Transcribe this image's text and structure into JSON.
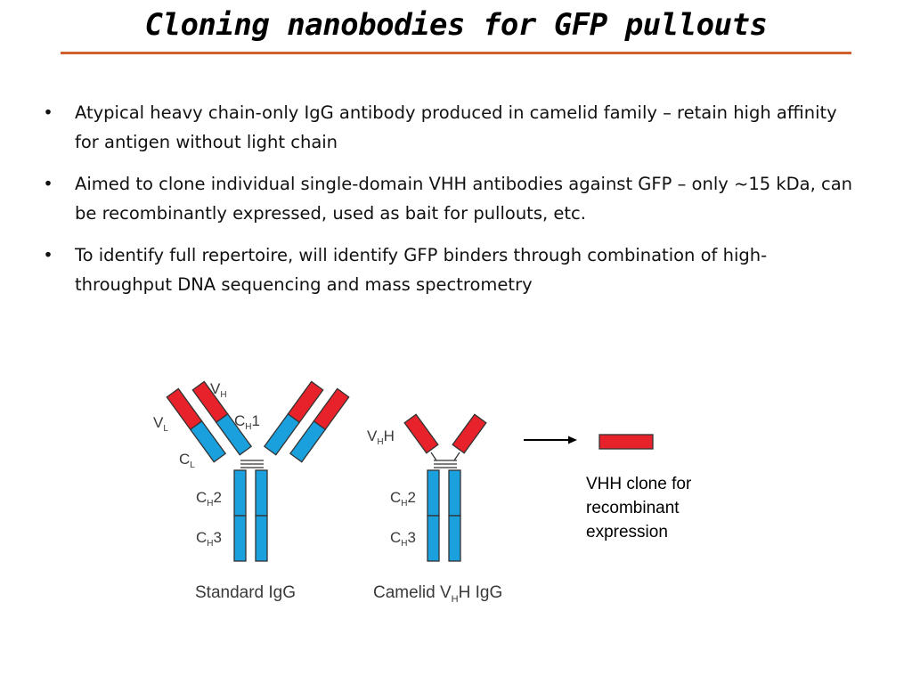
{
  "slide": {
    "title": "Cloning nanobodies for GFP pullouts",
    "bullets": [
      "Atypical heavy chain-only IgG antibody produced in camelid family – retain high affinity for antigen without light chain",
      "Aimed to clone individual single-domain VHH antibodies against GFP – only ~15 kDa, can be recombinantly expressed, used as bait for pullouts, etc.",
      "To identify full repertoire, will identify GFP binders through combination of high-throughput DNA sequencing and mass spectrometry"
    ],
    "bullet_glyph": "•"
  },
  "diagram": {
    "standard_igg": {
      "caption": "Standard IgG",
      "labels": {
        "vh_main": "V",
        "vh_sub": "H",
        "vl_main": "V",
        "vl_sub": "L",
        "ch1_main": "C",
        "ch1_sub": "H",
        "ch1_num": "1",
        "cl_main": "C",
        "cl_sub": "L",
        "ch2_main": "C",
        "ch2_sub": "H",
        "ch2_num": "2",
        "ch3_main": "C",
        "ch3_sub": "H",
        "ch3_num": "3"
      }
    },
    "camelid_igg": {
      "caption_main": "Camelid V",
      "caption_sub": "H",
      "caption_end": "H IgG",
      "labels": {
        "vhh_main": "V",
        "vhh_sub": "H",
        "vhh_end": "H",
        "ch2_main": "C",
        "ch2_sub": "H",
        "ch2_num": "2",
        "ch3_main": "C",
        "ch3_sub": "H",
        "ch3_num": "3"
      }
    },
    "clone_caption": "VHH clone for recombinant expression",
    "colors": {
      "variable": "#e8222a",
      "constant": "#1ba0de",
      "outline": "#333333",
      "hinge": "#444444"
    }
  }
}
